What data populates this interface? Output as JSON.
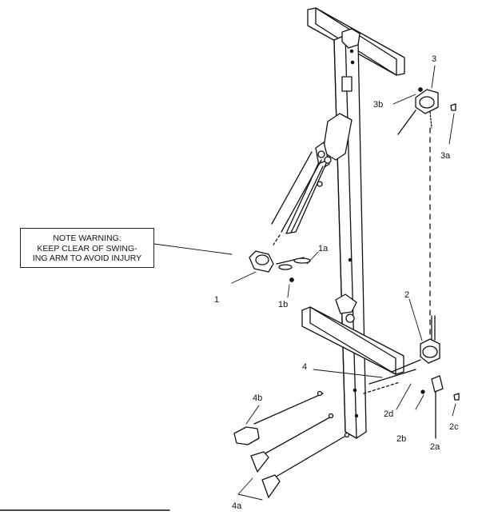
{
  "warning_note": {
    "line1": "NOTE WARNING:",
    "line2": "KEEP CLEAR OF SWING-",
    "line3": "ING ARM TO AVOID INJURY"
  },
  "callouts": {
    "c1": "1",
    "c1a": "1a",
    "c1b": "1b",
    "c2": "2",
    "c2a": "2a",
    "c2b": "2b",
    "c2c": "2c",
    "c2d": "2d",
    "c3": "3",
    "c3a": "3a",
    "c3b": "3b",
    "c4": "4",
    "c4a": "4a",
    "c4b": "4b"
  },
  "colors": {
    "line": "#111111",
    "background": "#ffffff"
  }
}
